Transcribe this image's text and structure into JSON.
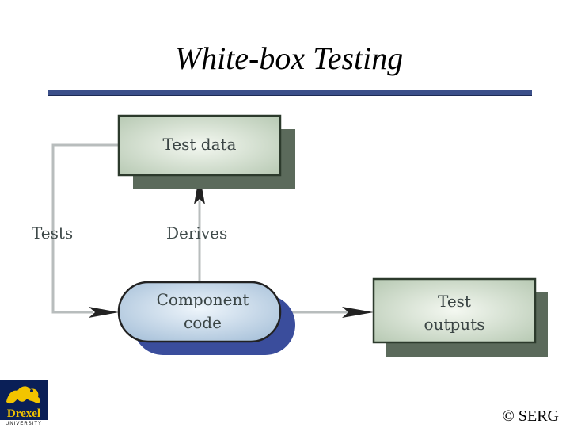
{
  "slide": {
    "title": "White-box Testing",
    "copyright": "© SERG"
  },
  "logo": {
    "wordmark": "Drexel",
    "subtitle": "UNIVERSITY"
  },
  "diagram": {
    "nodes": {
      "test_data": "Test data",
      "component_code_line1": "Component",
      "component_code_line2": "code",
      "test_outputs_line1": "Test",
      "test_outputs_line2": "outputs"
    },
    "edges": {
      "tests": "Tests",
      "derives": "Derives"
    }
  }
}
